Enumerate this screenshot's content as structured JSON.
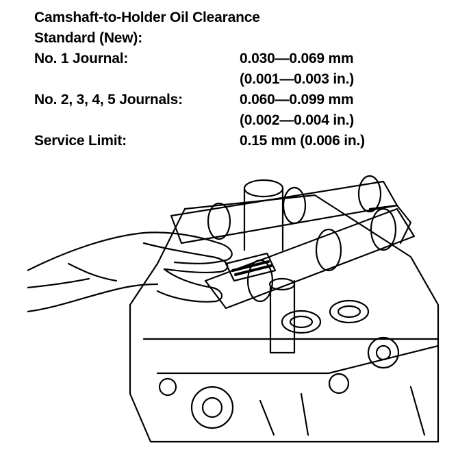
{
  "spec": {
    "title": "Camshaft-to-Holder Oil Clearance",
    "standard_label": "Standard (New):",
    "rows": [
      {
        "label": "No. 1 Journal:",
        "value": "0.030—0.069 mm",
        "value2": "(0.001—0.003 in.)"
      },
      {
        "label": "No. 2, 3, 4, 5 Journals:",
        "value": "0.060—0.099 mm",
        "value2": "(0.002—0.004 in.)"
      }
    ],
    "service_limit": {
      "label": "Service Limit:",
      "value": "0.15 mm (0.006 in.)"
    }
  }
}
